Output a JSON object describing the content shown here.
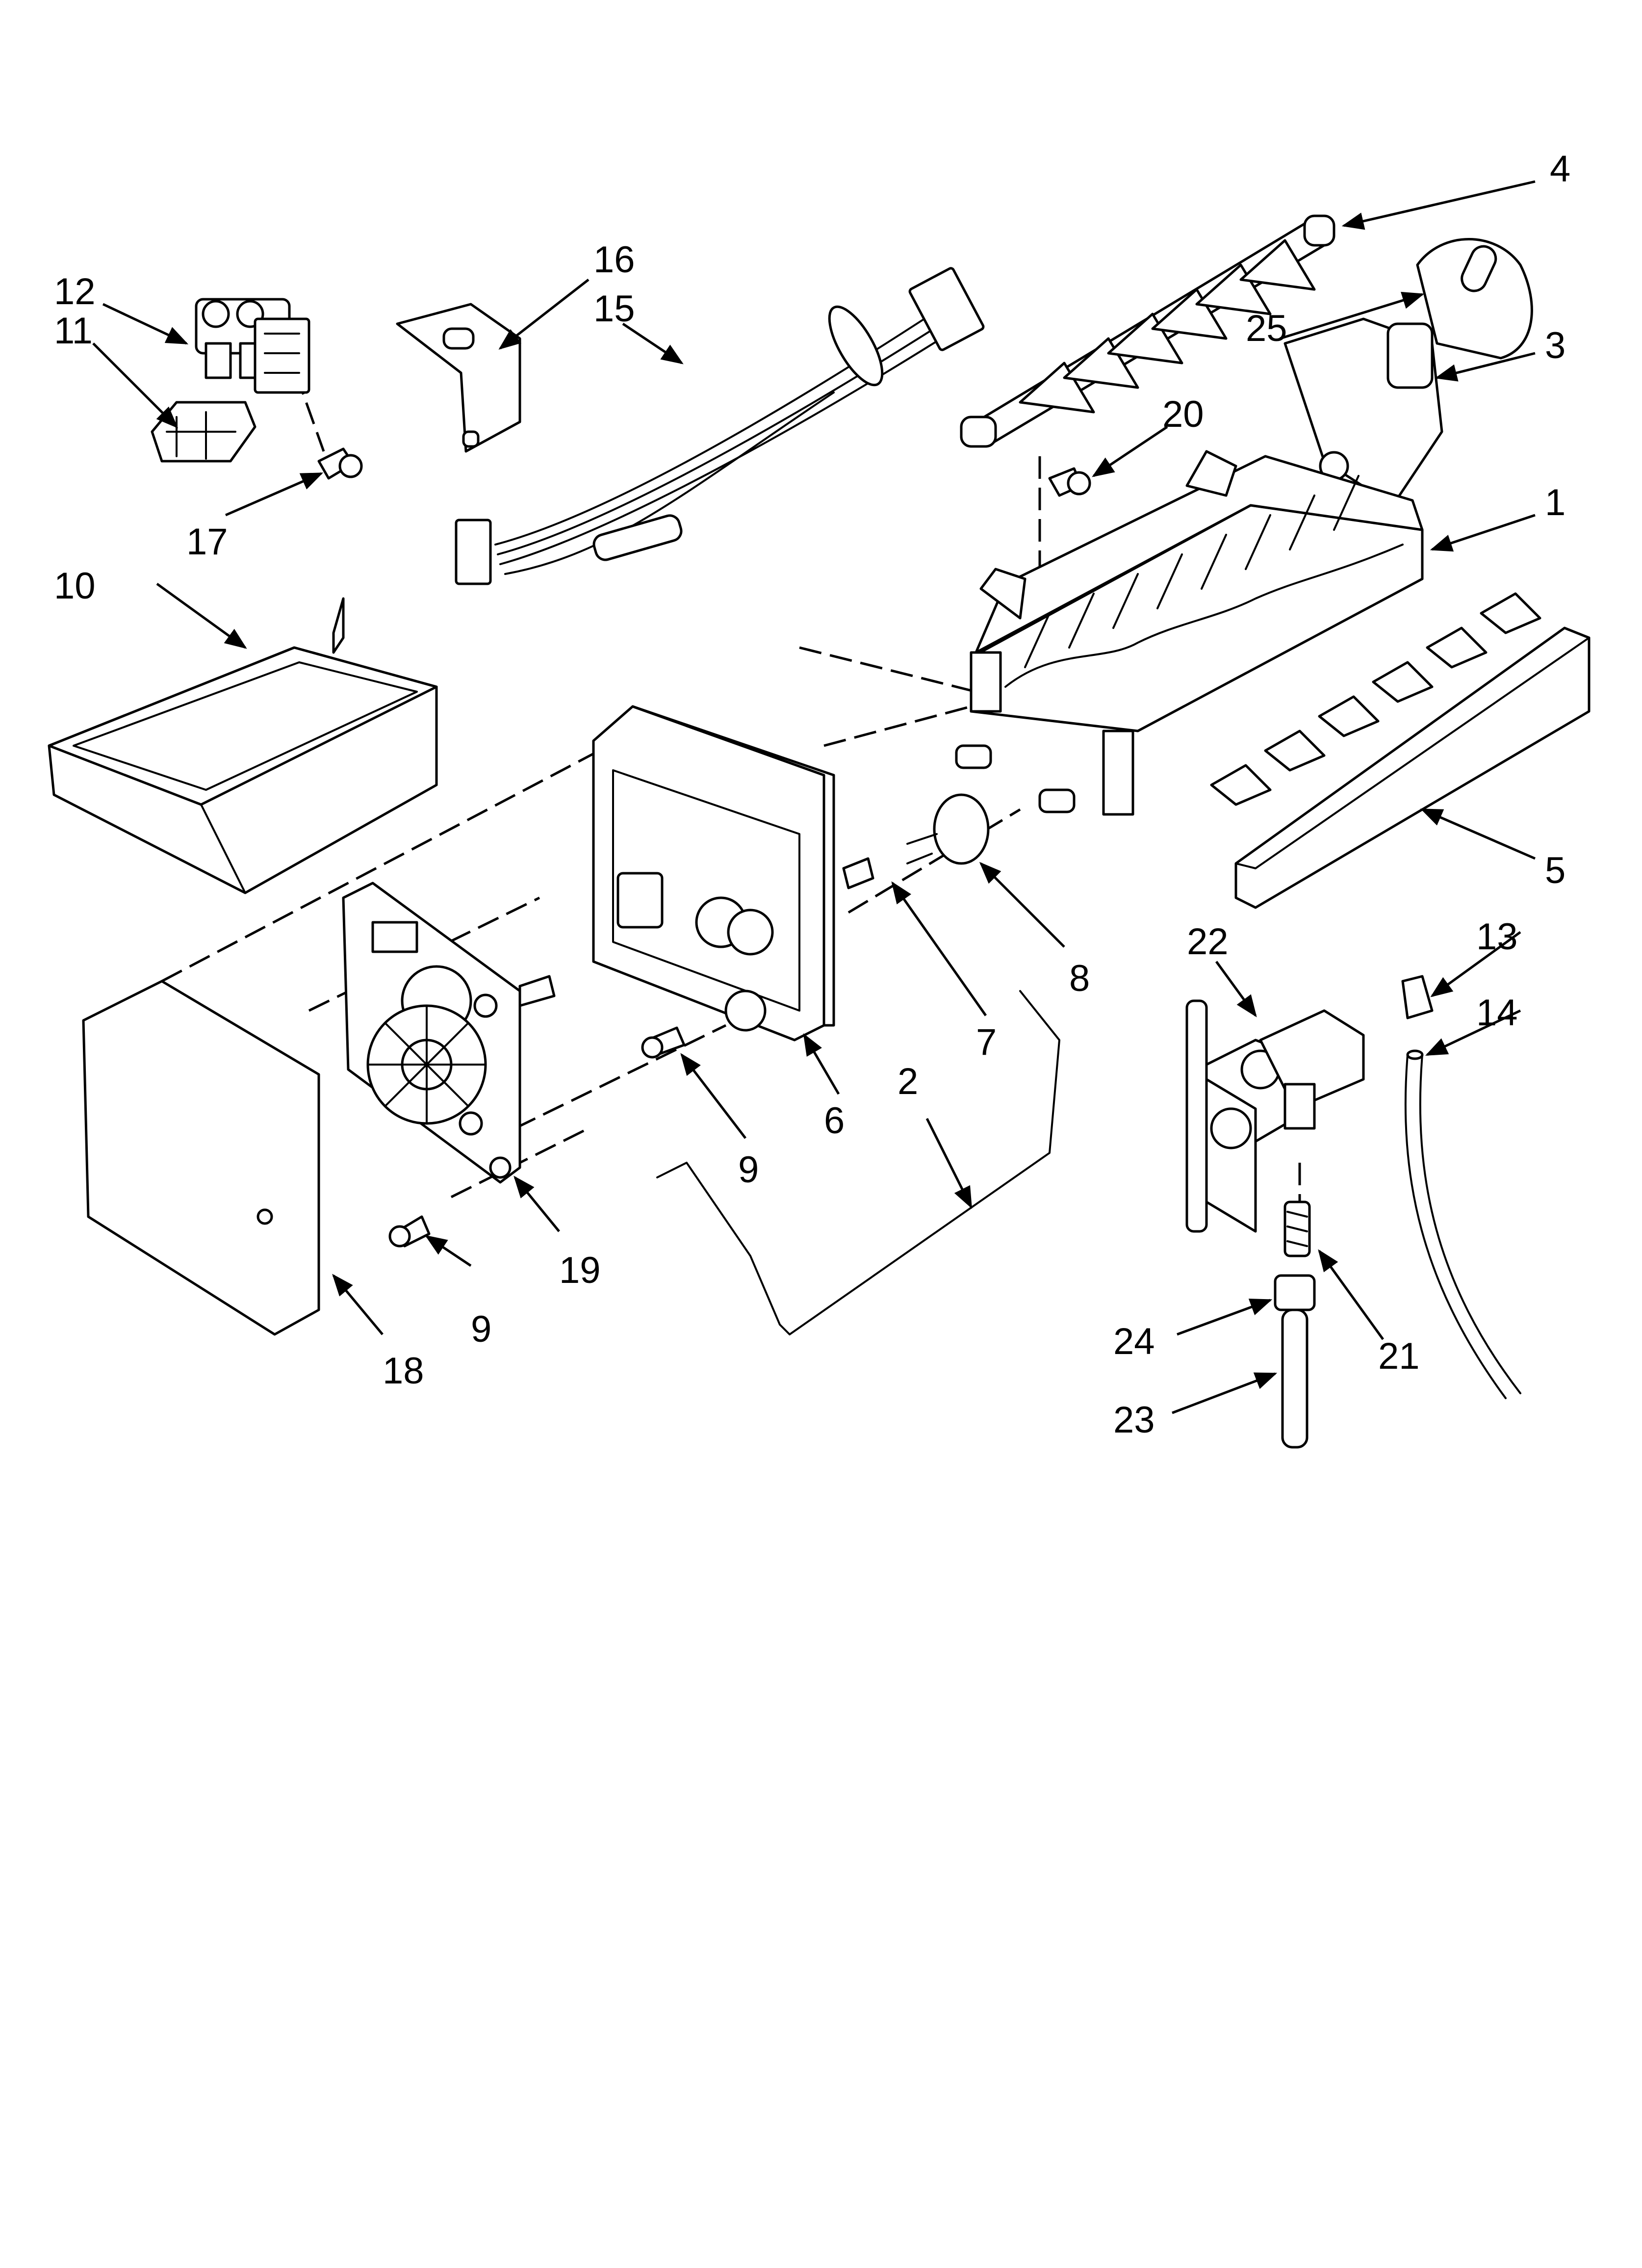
{
  "callouts": {
    "c1": "1",
    "c2": "2",
    "c3": "3",
    "c4": "4",
    "c5": "5",
    "c6": "6",
    "c7": "7",
    "c8": "8",
    "c9a": "9",
    "c9b": "9",
    "c10": "10",
    "c11": "11",
    "c12": "12",
    "c13": "13",
    "c14": "14",
    "c15": "15",
    "c16": "16",
    "c17": "17",
    "c18": "18",
    "c19": "19",
    "c20": "20",
    "c21": "21",
    "c22": "22",
    "c23": "23",
    "c24": "24",
    "c25": "25"
  },
  "colors": {
    "line": "#000000",
    "background": "#ffffff",
    "shade": "#d8d8d8"
  }
}
